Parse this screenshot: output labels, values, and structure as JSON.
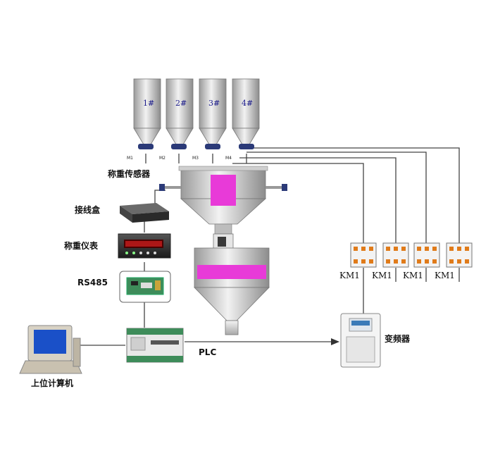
{
  "hoppers": [
    {
      "label": "1#",
      "motor": "M1"
    },
    {
      "label": "2#",
      "motor": "M2"
    },
    {
      "label": "3#",
      "motor": "M3"
    },
    {
      "label": "4#",
      "motor": "M4"
    }
  ],
  "labels": {
    "load_cell": "称重传感器",
    "junction_box": "接线盒",
    "weighing_instrument": "称重仪表",
    "rs485": "RS485",
    "computer": "上位计算机",
    "plc": "PLC",
    "inverter": "变频器"
  },
  "contactors": [
    "KM1",
    "KM1",
    "KM1",
    "KM1"
  ],
  "colors": {
    "accent_magenta": "#e83ad8",
    "line": "#444444",
    "steel_light": "#e2e2e2",
    "steel_dark": "#8a8a8a"
  }
}
